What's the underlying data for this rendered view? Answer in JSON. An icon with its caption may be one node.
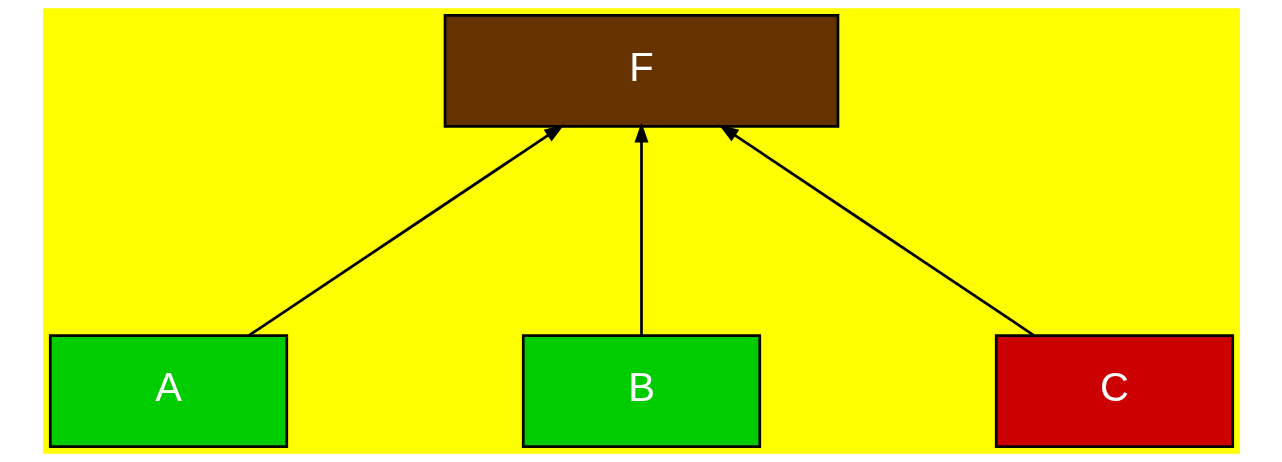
{
  "diagram": {
    "nodes": [
      {
        "text": [
          "F"
        ]
      },
      {
        "text": [
          "A"
        ]
      },
      {
        "text": [
          "B"
        ]
      },
      {
        "text": [
          "C"
        ]
      }
    ],
    "edges": [
      {
        "from": 1,
        "to": 0,
        "arrow": "to"
      },
      {
        "from": 2,
        "to": 0,
        "arrow": "to"
      },
      {
        "from": 3,
        "to": 0,
        "arrow": "to"
      }
    ]
  }
}
